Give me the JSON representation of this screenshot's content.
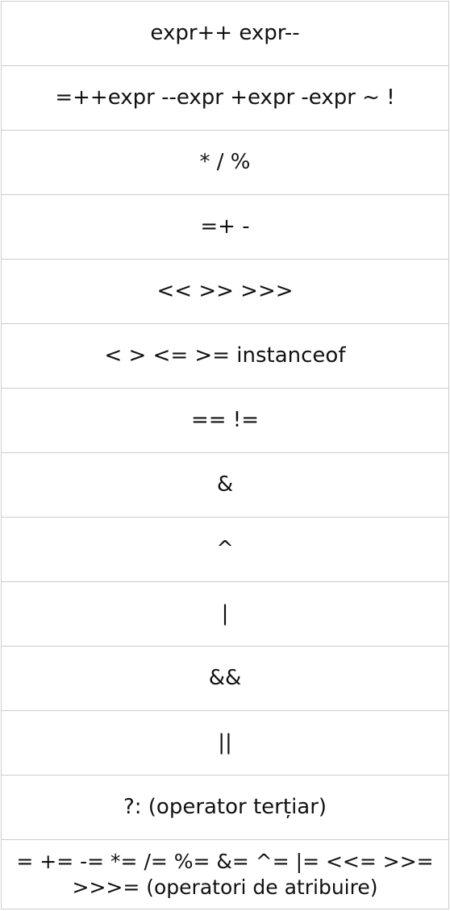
{
  "rows": [
    "expr++ expr--",
    "=++expr --expr +expr -expr ~ !",
    "* / %",
    "=+ -",
    "<< >> >>>",
    "< > <= >= instanceof",
    "== !=",
    "&",
    "^",
    "|",
    "&&",
    "||",
    "?: (operator terțiar)",
    "= += -= *= /= %= &= ^= |= <<= >>= >>>= (operatori de atribuire)"
  ]
}
